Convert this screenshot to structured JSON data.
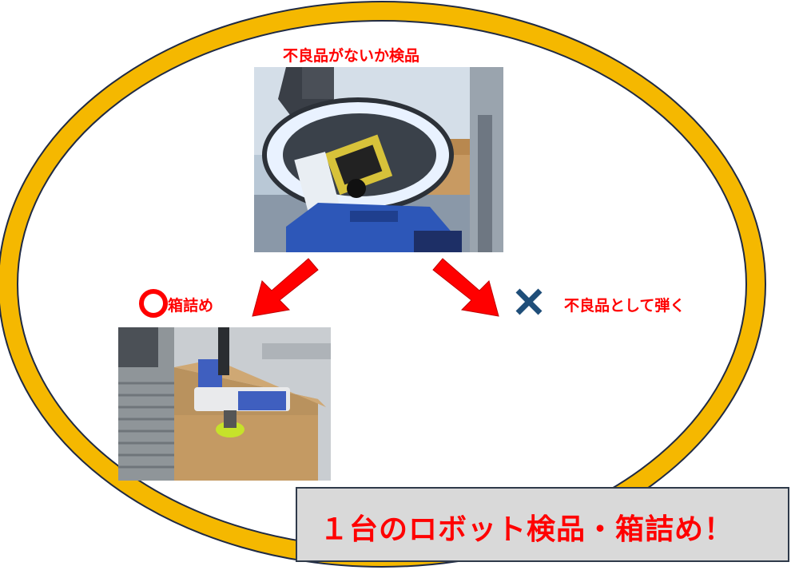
{
  "labels": {
    "inspect": "不良品がないか検品",
    "pack": "箱詰め",
    "reject": "不良品として弾く"
  },
  "banner": {
    "text": "１台のロボット検品・箱詰め！"
  },
  "icons": {
    "ok": "circle-icon",
    "ng": "cross-icon",
    "arrow_left": "arrow-down-left-icon",
    "arrow_right": "arrow-down-right-icon"
  },
  "colors": {
    "loop_fill": "#f5b800",
    "loop_outline": "#1f2a44",
    "label_red": "#ff0000",
    "arrow_red": "#ff0000",
    "cross": "#1f4e79",
    "banner_bg": "#d9d9d9"
  }
}
